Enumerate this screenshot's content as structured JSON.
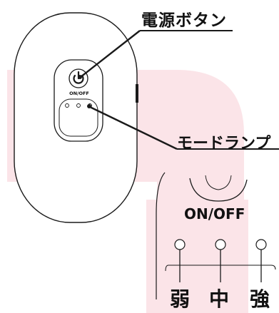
{
  "callouts": {
    "power_button": "電源ボタン",
    "mode_lamp": "モードランプ"
  },
  "device": {
    "button_label": "ON/OFF"
  },
  "zoom": {
    "button_label": "ON/OFF",
    "levels": [
      "弱",
      "中",
      "強"
    ]
  },
  "colors": {
    "accent_background": "#fbe4e8",
    "outline": "#1a1a1a"
  },
  "icons": {
    "power": "power-icon"
  }
}
